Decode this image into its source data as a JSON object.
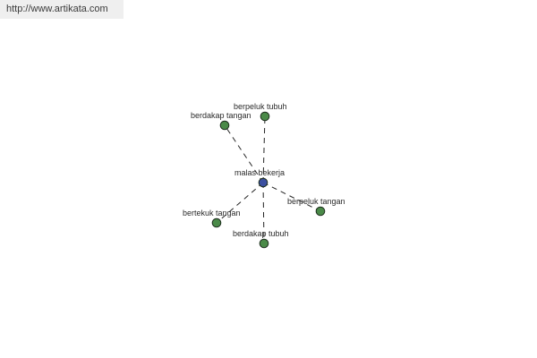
{
  "header": {
    "url_text": "http://www.artikata.com"
  },
  "colors": {
    "center_node": "#3b4fa0",
    "leaf_node": "#4a8a48"
  },
  "graph": {
    "center": {
      "id": "center",
      "label": "malas bekerja"
    },
    "nodes": [
      {
        "id": "n1",
        "label": "berpeluk tubuh"
      },
      {
        "id": "n2",
        "label": "berdakap tangan"
      },
      {
        "id": "n3",
        "label": "berpeluk tangan"
      },
      {
        "id": "n4",
        "label": "bertekuk tangan"
      },
      {
        "id": "n5",
        "label": "berdakap tubuh"
      }
    ]
  }
}
